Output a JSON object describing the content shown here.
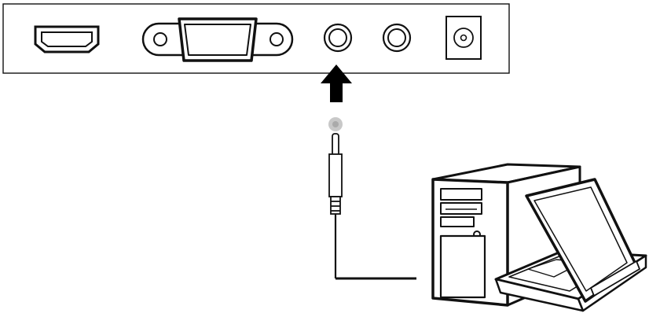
{
  "diagram": {
    "ports": [
      {
        "id": "hdmi",
        "icon": "hdmi-port-icon"
      },
      {
        "id": "vga",
        "icon": "vga-port-icon"
      },
      {
        "id": "audio-in",
        "icon": "audio-jack-icon"
      },
      {
        "id": "audio-out",
        "icon": "audio-jack-icon"
      },
      {
        "id": "dc-in",
        "icon": "dc-power-port-icon"
      }
    ],
    "connection": {
      "from": "computer",
      "to": "audio-in",
      "cable_icon": "audio-plug-icon",
      "arrow_icon": "arrow-up-icon"
    },
    "devices": [
      {
        "id": "desktop-tower",
        "icon": "desktop-tower-icon"
      },
      {
        "id": "laptop",
        "icon": "laptop-icon"
      }
    ],
    "colors": {
      "stroke": "#111111",
      "fill": "#ffffff",
      "plug_dot": "#c8c8c8"
    }
  }
}
